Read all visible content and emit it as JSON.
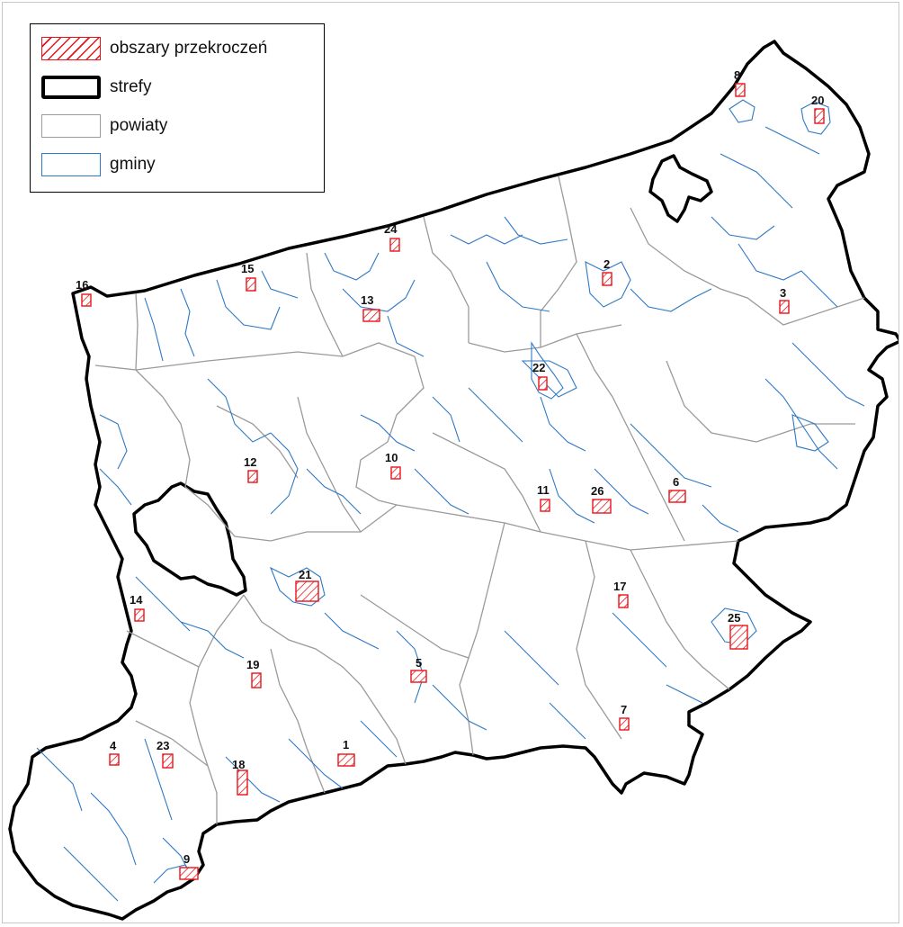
{
  "legend": {
    "exceedance_label": "obszary przekroczeń",
    "zones_label": "strefy",
    "counties_label": "powiaty",
    "communes_label": "gminy"
  },
  "colors": {
    "exceedance": "#e8141a",
    "zone_border": "#000000",
    "county_border": "#9a9a9a",
    "commune_border": "#2f78c4",
    "background": "#ffffff"
  },
  "areas": {
    "a1": "1",
    "a2": "2",
    "a3": "3",
    "a4": "4",
    "a5": "5",
    "a6": "6",
    "a7": "7",
    "a8": "8",
    "a9": "9",
    "a10": "10",
    "a11": "11",
    "a12": "12",
    "a13": "13",
    "a14": "14",
    "a15": "15",
    "a16": "16",
    "a17": "17",
    "a18": "18",
    "a19": "19",
    "a20": "20",
    "a21": "21",
    "a22": "22",
    "a23": "23",
    "a24": "24",
    "a25": "25",
    "a26": "26"
  }
}
